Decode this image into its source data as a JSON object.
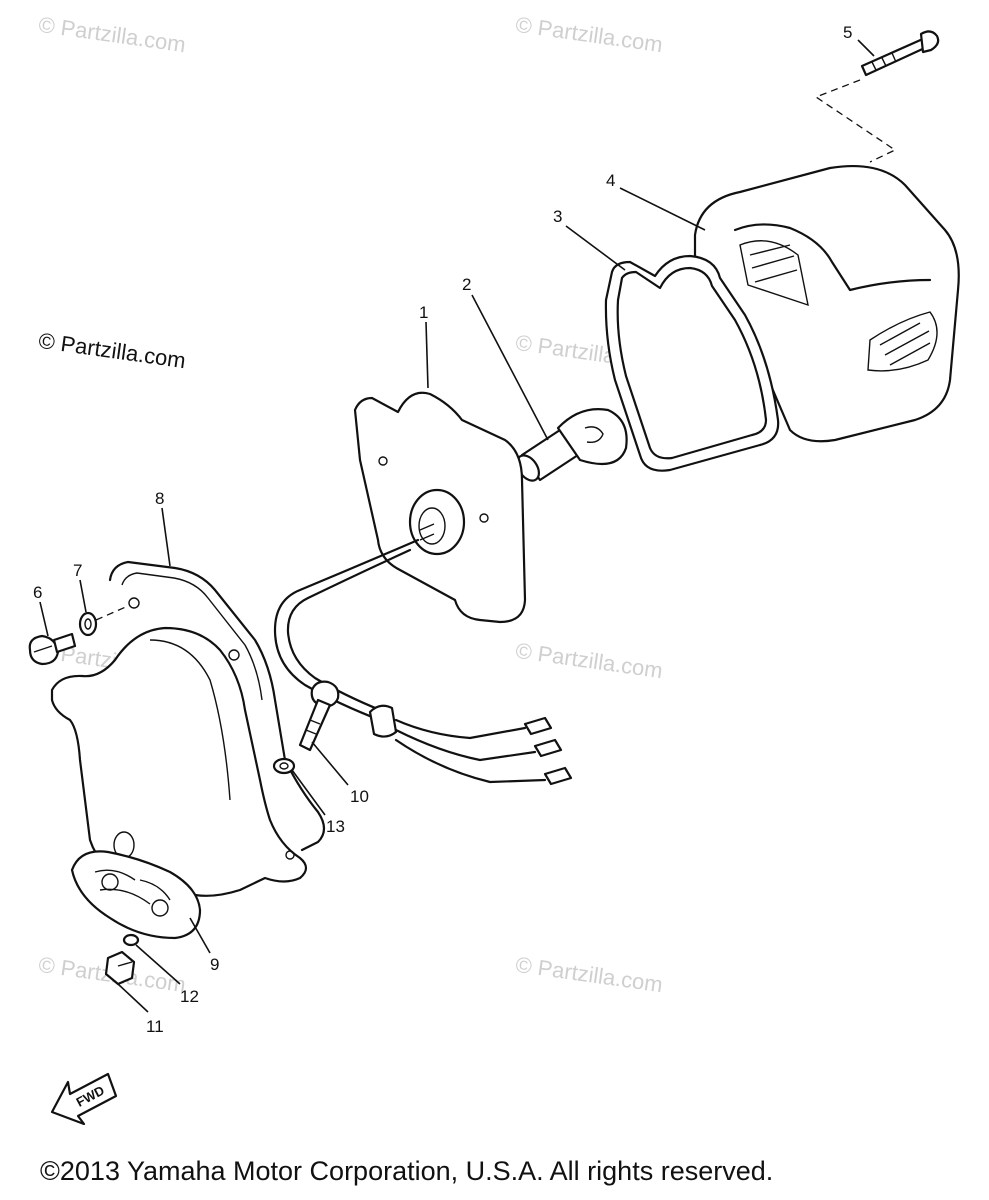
{
  "watermark": "© Partzilla.com",
  "copyright": "©2013 Yamaha Motor Corporation, U.S.A. All rights reserved.",
  "fwd_label": "FWD",
  "callouts": [
    "1",
    "2",
    "3",
    "4",
    "5",
    "6",
    "7",
    "8",
    "9",
    "10",
    "11",
    "12",
    "13"
  ]
}
